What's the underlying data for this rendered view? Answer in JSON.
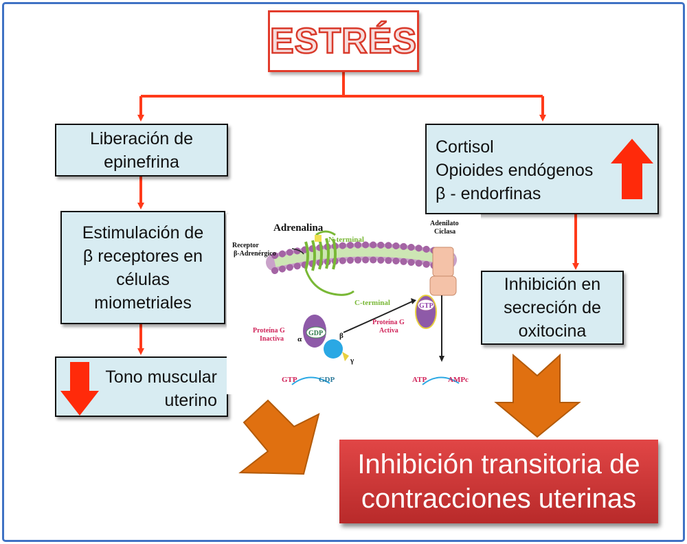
{
  "title": "ESTRÉS",
  "left": {
    "box1_line1": "Liberación de",
    "box1_line2": "epinefrina",
    "box2_line1": "Estimulación de",
    "box2_line2": "β receptores en",
    "box2_line3": "células",
    "box2_line4": "miometriales",
    "box3_line1": "Tono muscular",
    "box3_line2": "uterino"
  },
  "right": {
    "box1_line1": "Cortisol",
    "box1_line2": "Opioides endógenos",
    "box1_line3": "β - endorfinas",
    "box2_line1": "Inhibición en",
    "box2_line2": "secreción de",
    "box2_line3": "oxitocina"
  },
  "result": {
    "line1": "Inhibición transitoria de",
    "line2": "contracciones uterinas"
  },
  "figure": {
    "adrenalina": "Adrenalina",
    "receptor_line1": "Receptor",
    "receptor_line2": "β-Adrenérgico",
    "n_terminal": "N-terminal",
    "c_terminal": "C-terminal",
    "adenilato_line1": "Adenilato",
    "adenilato_line2": "Ciclasa",
    "prot_inactiva_line1": "Proteína G",
    "prot_inactiva_line2": "Inactiva",
    "prot_activa_line1": "Proteína G",
    "prot_activa_line2": "Activa",
    "gdp": "GDP",
    "gtp": "GTP",
    "alpha": "α",
    "beta": "β",
    "gamma": "γ",
    "gtp_bottom": "GTP",
    "gdp_bottom": "GDP",
    "atp": "ATP",
    "ampc": "AMPc"
  },
  "colors": {
    "frame": "#3f72c4",
    "box_fill": "#d8ecf2",
    "connector": "#ff3a1a",
    "big_arrow": "#e07010",
    "result_fill": "#c93434",
    "title_stroke": "#d93a2b"
  }
}
